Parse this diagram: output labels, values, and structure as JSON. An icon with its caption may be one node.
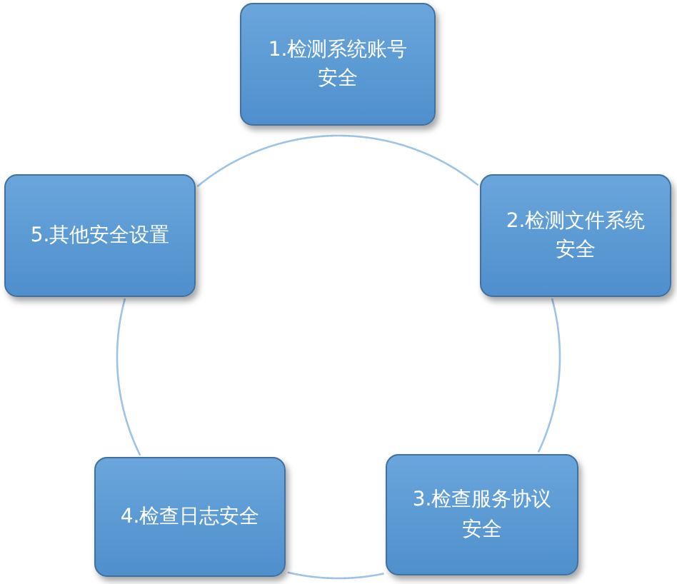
{
  "diagram": {
    "nodes": [
      {
        "text": [
          "1.检测系统账号安全"
        ]
      },
      {
        "text": [
          "2.检测文件系统安全"
        ]
      },
      {
        "text": [
          "3.检查服务协议安全"
        ]
      },
      {
        "text": [
          "4.检查日志安全"
        ]
      },
      {
        "text": [
          "5.其他安全设置"
        ]
      }
    ],
    "edges": [
      {
        "from": 0,
        "to": 1,
        "arrow": "none"
      },
      {
        "from": 1,
        "to": 2,
        "arrow": "none"
      },
      {
        "from": 2,
        "to": 3,
        "arrow": "none"
      },
      {
        "from": 3,
        "to": 4,
        "arrow": "none"
      },
      {
        "from": 4,
        "to": 0,
        "arrow": "none"
      }
    ]
  }
}
